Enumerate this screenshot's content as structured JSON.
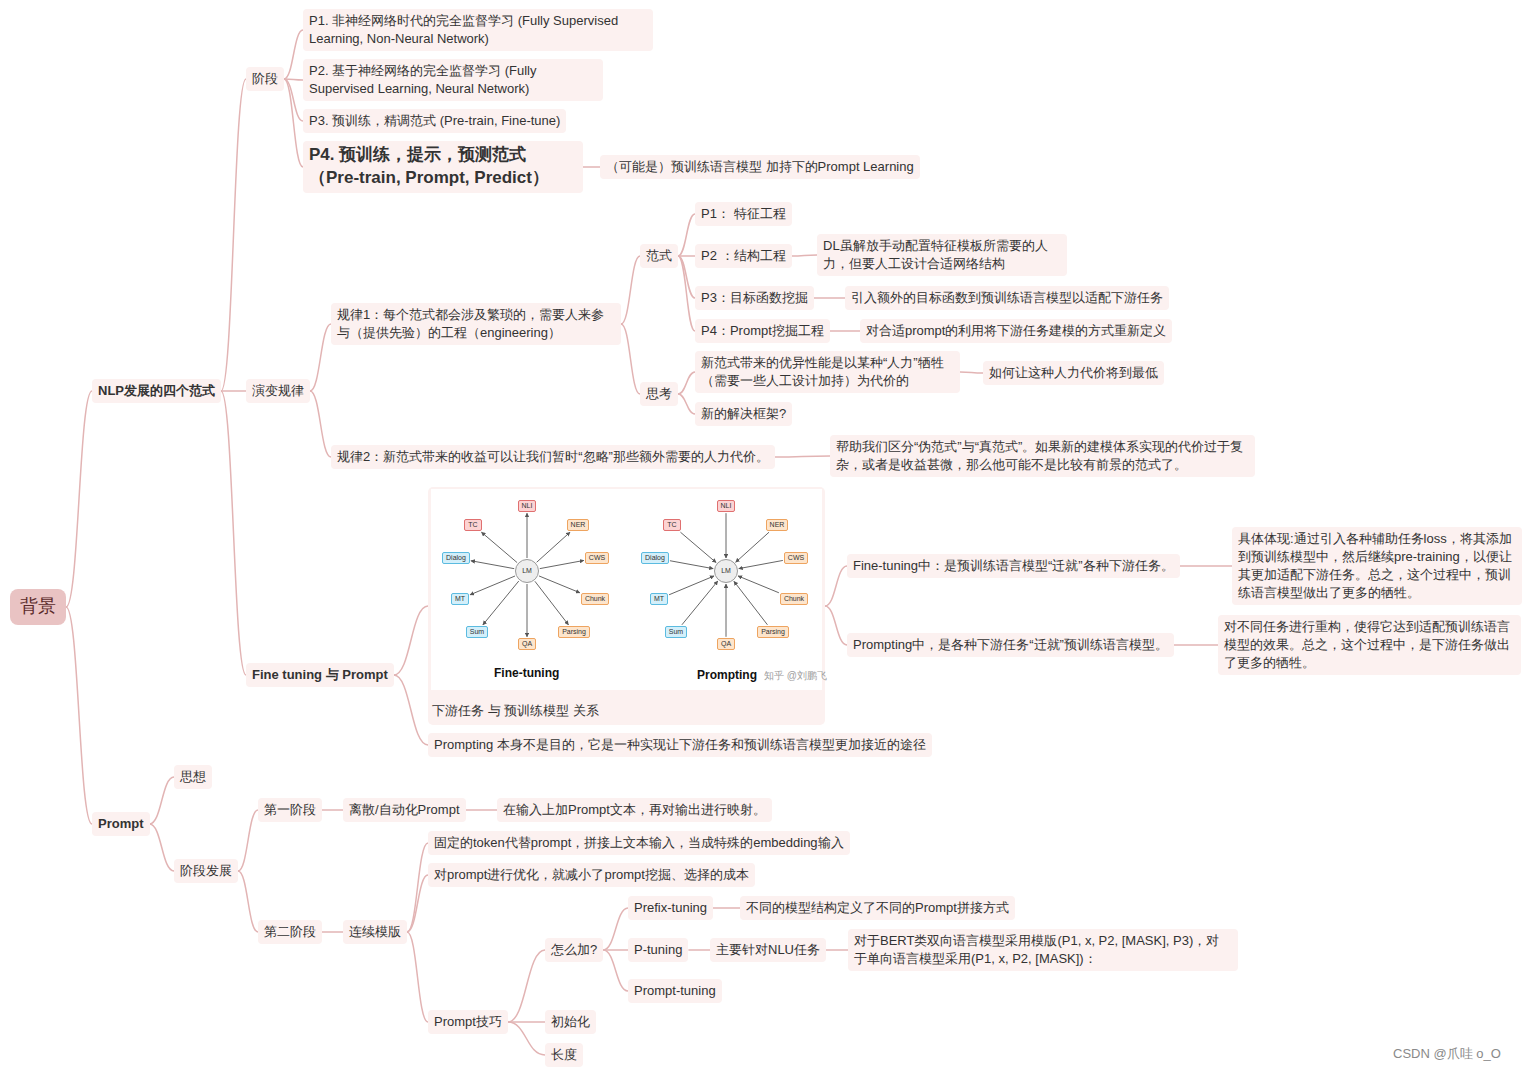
{
  "diagram": {
    "nodes": [
      {
        "text": [
          "背景"
        ]
      },
      {
        "text": [
          "NLP发展的四个范式"
        ]
      },
      {
        "text": [
          "阶段"
        ]
      },
      {
        "text": [
          "P1. 非神经网络时代的完全监督学习 (Fully Supervised Learning, Non-Neural Network)"
        ]
      },
      {
        "text": [
          "P2. 基于神经网络的完全监督学习 (Fully Supervised Learning, Neural Network)"
        ]
      },
      {
        "text": [
          "P3. 预训练，精调范式 (Pre-train, Fine-tune)"
        ]
      },
      {
        "text": [
          "P4. 预训练，提示，预测范式 （Pre-train, Prompt, Predict）"
        ]
      },
      {
        "text": [
          "（可能是）预训练语言模型 加持下的Prompt Learning"
        ]
      },
      {
        "text": [
          "演变规律"
        ]
      },
      {
        "text": [
          "规律1：每个范式都会涉及繁琐的，需要人来参与（提供先验）的工程（engineering）"
        ]
      },
      {
        "text": [
          "范式"
        ]
      },
      {
        "text": [
          "P1： 特征工程"
        ]
      },
      {
        "text": [
          "P2 ：结构工程"
        ]
      },
      {
        "text": [
          "DL虽解放手动配置特征模板所需要的人力，但要人工设计合适网络结构"
        ]
      },
      {
        "text": [
          "P3：目标函数挖掘"
        ]
      },
      {
        "text": [
          "引入额外的目标函数到预训练语言模型以适配下游任务"
        ]
      },
      {
        "text": [
          "P4：Prompt挖掘工程"
        ]
      },
      {
        "text": [
          "对合适prompt的利用将下游任务建模的方式重新定义"
        ]
      },
      {
        "text": [
          "思考"
        ]
      },
      {
        "text": [
          "新范式带来的优异性能是以某种“人力”牺牲（需要一些人工设计加持）为代价的"
        ]
      },
      {
        "text": [
          "如何让这种人力代价将到最低"
        ]
      },
      {
        "text": [
          "新的解决框架?"
        ]
      },
      {
        "text": [
          "规律2：新范式带来的收益可以让我们暂时“忽略”那些额外需要的人力代价。"
        ]
      },
      {
        "text": [
          "帮助我们区分“伪范式”与“真范式”。如果新的建模体系实现的代价过于复杂，或者是收益甚微，那么他可能不是比较有前景的范式了。"
        ]
      },
      {
        "text": [
          "Fine tuning 与 Prompt"
        ]
      },
      {
        "text": [
          "下游任务  与  预训练模型 关系"
        ]
      },
      {
        "text": [
          "Fine-tuning中：是预训练语言模型“迁就”各种下游任务。"
        ]
      },
      {
        "text": [
          "具体体现:通过引入各种辅助任务loss，将其添加到预训练模型中，然后继续pre-training，以便让其更加适配下游任务。总之，这个过程中，预训练语言模型做出了更多的牺牲。"
        ]
      },
      {
        "text": [
          "Prompting中，是各种下游任务“迁就”预训练语言模型。"
        ]
      },
      {
        "text": [
          "对不同任务进行重构，使得它达到适配预训练语言模型的效果。总之，这个过程中，是下游任务做出了更多的牺牲。"
        ]
      },
      {
        "text": [
          "Prompting 本身不是目的，它是一种实现让下游任务和预训练语言模型更加接近的途径"
        ]
      },
      {
        "text": [
          "Prompt"
        ]
      },
      {
        "text": [
          "思想"
        ]
      },
      {
        "text": [
          "阶段发展"
        ]
      },
      {
        "text": [
          "第一阶段"
        ]
      },
      {
        "text": [
          "离散/自动化Prompt"
        ]
      },
      {
        "text": [
          "在输入上加Prompt文本，再对输出进行映射。"
        ]
      },
      {
        "text": [
          "第二阶段"
        ]
      },
      {
        "text": [
          "连续模版"
        ]
      },
      {
        "text": [
          "固定的token代替prompt，拼接上文本输入，当成特殊的embedding输入"
        ]
      },
      {
        "text": [
          "对prompt进行优化，就减小了prompt挖掘、选择的成本"
        ]
      },
      {
        "text": [
          "Prompt技巧"
        ]
      },
      {
        "text": [
          "怎么加?"
        ]
      },
      {
        "text": [
          "Prefix-tuning"
        ]
      },
      {
        "text": [
          "不同的模型结构定义了不同的Prompt拼接方式"
        ]
      },
      {
        "text": [
          "P-tuning"
        ]
      },
      {
        "text": [
          "主要针对NLU任务"
        ]
      },
      {
        "text": [
          "对于BERT类双向语言模型采用模版(P1, x, P2, [MASK], P3)，对于单向语言模型采用(P1, x, P2, [MASK])："
        ]
      },
      {
        "text": [
          "Prompt-tuning"
        ]
      },
      {
        "text": [
          "初始化"
        ]
      },
      {
        "text": [
          "长度"
        ]
      },
      {
        "text": [
          "LM"
        ],
        "in": 25
      },
      {
        "text": [
          "NLI"
        ],
        "in": 25
      },
      {
        "text": [
          "TC"
        ],
        "in": 25
      },
      {
        "text": [
          "NER"
        ],
        "in": 25
      },
      {
        "text": [
          "Dialog"
        ],
        "in": 25
      },
      {
        "text": [
          "CWS"
        ],
        "in": 25
      },
      {
        "text": [
          "MT"
        ],
        "in": 25
      },
      {
        "text": [
          "Chunk"
        ],
        "in": 25
      },
      {
        "text": [
          "Sum"
        ],
        "in": 25
      },
      {
        "text": [
          "Parsing"
        ],
        "in": 25
      },
      {
        "text": [
          "QA"
        ],
        "in": 25
      },
      {
        "text": [
          "LM"
        ],
        "in": 25
      },
      {
        "text": [
          "NLI"
        ],
        "in": 25
      },
      {
        "text": [
          "TC"
        ],
        "in": 25
      },
      {
        "text": [
          "NER"
        ],
        "in": 25
      },
      {
        "text": [
          "Dialog"
        ],
        "in": 25
      },
      {
        "text": [
          "CWS"
        ],
        "in": 25
      },
      {
        "text": [
          "MT"
        ],
        "in": 25
      },
      {
        "text": [
          "Chunk"
        ],
        "in": 25
      },
      {
        "text": [
          "Sum"
        ],
        "in": 25
      },
      {
        "text": [
          "Parsing"
        ],
        "in": 25
      },
      {
        "text": [
          "QA"
        ],
        "in": 25
      }
    ],
    "edges": [
      {
        "from": 0,
        "to": 1,
        "arrow": "none"
      },
      {
        "from": 0,
        "to": 31,
        "arrow": "none"
      },
      {
        "from": 1,
        "to": 2,
        "arrow": "none"
      },
      {
        "from": 1,
        "to": 8,
        "arrow": "none"
      },
      {
        "from": 1,
        "to": 24,
        "arrow": "none"
      },
      {
        "from": 2,
        "to": 3,
        "arrow": "none"
      },
      {
        "from": 2,
        "to": 4,
        "arrow": "none"
      },
      {
        "from": 2,
        "to": 5,
        "arrow": "none"
      },
      {
        "from": 2,
        "to": 6,
        "arrow": "none"
      },
      {
        "from": 6,
        "to": 7,
        "arrow": "none"
      },
      {
        "from": 8,
        "to": 9,
        "arrow": "none"
      },
      {
        "from": 8,
        "to": 22,
        "arrow": "none"
      },
      {
        "from": 9,
        "to": 10,
        "arrow": "none"
      },
      {
        "from": 9,
        "to": 18,
        "arrow": "none"
      },
      {
        "from": 10,
        "to": 11,
        "arrow": "none"
      },
      {
        "from": 10,
        "to": 12,
        "arrow": "none"
      },
      {
        "from": 10,
        "to": 14,
        "arrow": "none"
      },
      {
        "from": 10,
        "to": 16,
        "arrow": "none"
      },
      {
        "from": 12,
        "to": 13,
        "arrow": "none"
      },
      {
        "from": 14,
        "to": 15,
        "arrow": "none"
      },
      {
        "from": 16,
        "to": 17,
        "arrow": "none"
      },
      {
        "from": 18,
        "to": 19,
        "arrow": "none"
      },
      {
        "from": 18,
        "to": 21,
        "arrow": "none"
      },
      {
        "from": 19,
        "to": 20,
        "arrow": "none"
      },
      {
        "from": 22,
        "to": 23,
        "arrow": "none"
      },
      {
        "from": 24,
        "to": 25,
        "arrow": "none"
      },
      {
        "from": 24,
        "to": 30,
        "arrow": "none"
      },
      {
        "from": 25,
        "to": 26,
        "arrow": "none"
      },
      {
        "from": 25,
        "to": 28,
        "arrow": "none"
      },
      {
        "from": 26,
        "to": 27,
        "arrow": "none"
      },
      {
        "from": 28,
        "to": 29,
        "arrow": "none"
      },
      {
        "from": 31,
        "to": 32,
        "arrow": "none"
      },
      {
        "from": 31,
        "to": 33,
        "arrow": "none"
      },
      {
        "from": 33,
        "to": 34,
        "arrow": "none"
      },
      {
        "from": 33,
        "to": 37,
        "arrow": "none"
      },
      {
        "from": 34,
        "to": 35,
        "arrow": "none"
      },
      {
        "from": 35,
        "to": 36,
        "arrow": "none"
      },
      {
        "from": 37,
        "to": 38,
        "arrow": "none"
      },
      {
        "from": 38,
        "to": 39,
        "arrow": "none"
      },
      {
        "from": 38,
        "to": 40,
        "arrow": "none"
      },
      {
        "from": 38,
        "to": 41,
        "arrow": "none"
      },
      {
        "from": 41,
        "to": 42,
        "arrow": "none"
      },
      {
        "from": 41,
        "to": 49,
        "arrow": "none"
      },
      {
        "from": 41,
        "to": 50,
        "arrow": "none"
      },
      {
        "from": 42,
        "to": 43,
        "arrow": "none"
      },
      {
        "from": 42,
        "to": 45,
        "arrow": "none"
      },
      {
        "from": 42,
        "to": 48,
        "arrow": "none"
      },
      {
        "from": 43,
        "to": 44,
        "arrow": "none"
      },
      {
        "from": 45,
        "to": 46,
        "arrow": "none"
      },
      {
        "from": 46,
        "to": 47,
        "arrow": "none"
      },
      {
        "from": 51,
        "to": 52,
        "arrow": "to"
      },
      {
        "from": 51,
        "to": 53,
        "arrow": "to"
      },
      {
        "from": 51,
        "to": 54,
        "arrow": "to"
      },
      {
        "from": 51,
        "to": 55,
        "arrow": "to"
      },
      {
        "from": 51,
        "to": 56,
        "arrow": "to"
      },
      {
        "from": 51,
        "to": 57,
        "arrow": "to"
      },
      {
        "from": 51,
        "to": 58,
        "arrow": "to"
      },
      {
        "from": 51,
        "to": 59,
        "arrow": "to"
      },
      {
        "from": 51,
        "to": 60,
        "arrow": "to"
      },
      {
        "from": 51,
        "to": 61,
        "arrow": "to"
      },
      {
        "from": 63,
        "to": 62,
        "arrow": "to"
      },
      {
        "from": 64,
        "to": 62,
        "arrow": "to"
      },
      {
        "from": 65,
        "to": 62,
        "arrow": "to"
      },
      {
        "from": 66,
        "to": 62,
        "arrow": "to"
      },
      {
        "from": 67,
        "to": 62,
        "arrow": "to"
      },
      {
        "from": 68,
        "to": 62,
        "arrow": "to"
      },
      {
        "from": 69,
        "to": 62,
        "arrow": "to"
      },
      {
        "from": 70,
        "to": 62,
        "arrow": "to"
      },
      {
        "from": 71,
        "to": 62,
        "arrow": "to"
      },
      {
        "from": 72,
        "to": 62,
        "arrow": "to"
      }
    ],
    "labels": [
      "Fine-tuning",
      "Prompting",
      "知乎 @刘鹏飞",
      "CSDN @爪哇 o_O"
    ]
  }
}
